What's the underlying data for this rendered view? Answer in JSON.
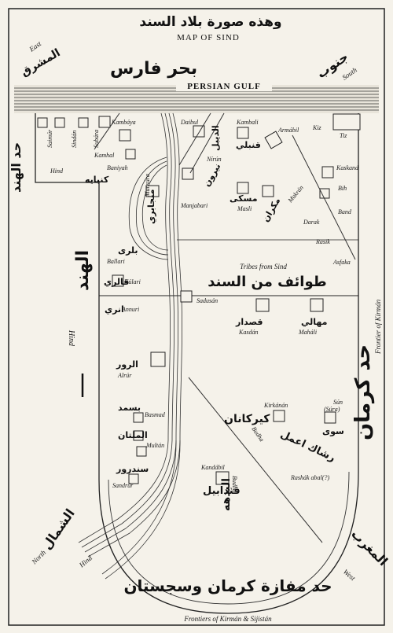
{
  "map": {
    "title_arabic": "وهذه صورة بلاد السند",
    "title": "MAP OF SIND",
    "persian_gulf": "PERSIAN GULF",
    "compass": {
      "east": "East",
      "south": "South",
      "north": "North",
      "west": "West"
    },
    "edge_labels": {
      "east_ar": "المشرق",
      "south_ar": "جنوب",
      "fars_ar": "بحر فارس",
      "hind_ar_top": "حد الهند",
      "hind_ar_mid": "الهند",
      "hind_left": "Hind",
      "hind_bottom": "Hind",
      "north_ar": "الشمال",
      "west_ar": "المغرب",
      "kirman_ar": "حد كرمان",
      "frontier_kirman": "Frontier of Kirmán",
      "frontiers_bottom": "Frontiers of Kirmán & Sijistán",
      "frontiers_bottom_ar": "حد مفازة كرمان وسجستان",
      "budha": "Budha",
      "budha_2": "Budha",
      "budha_ar": "البدهه",
      "tribes": "Tribes from Sind",
      "tribes_ar": "طوائف من السند"
    },
    "towns": {
      "saimur": "Saimúr",
      "sindan": "Sindán",
      "subara": "Subára",
      "kambaya": "Kambáya",
      "kamhal": "Kamhal",
      "baniyah": "Baniyah",
      "hind_small": "Hind",
      "daibul": "Daibul",
      "kambali": "Kambali",
      "armabil": "Armábil",
      "kiz": "Kiz",
      "tiz": "Tiz",
      "nirun": "Nírún",
      "kaskand": "Kaskand",
      "mansura": "Mansúra",
      "manjabari": "Manjabari",
      "masli": "Masli",
      "makran": "Makrán",
      "bih": "Bih",
      "band": "Band",
      "darak": "Darak",
      "rasik": "Rasik",
      "asfaka": "Asfaka",
      "ballari": "Ballari",
      "kulari": "Kúlari",
      "annuri": "Annuri",
      "sadusan": "Sadusán",
      "kasdan": "Kasdán",
      "mahali": "Maháli",
      "alrur": "Alrúr",
      "basmad": "Basmad",
      "multan": "Multán",
      "sandrur": "Sandrúr",
      "kirkanan": "Kirkánán",
      "sun": "Sún",
      "sura": "(Súra)",
      "kandabil": "Kandábil",
      "rashak": "Rashák abal(?)"
    },
    "arabic_towns": {
      "kamhal": "كنبايه",
      "daibul": "الديبل",
      "kambali": "قنبلي",
      "nirun": "نيرون",
      "manjabari": "منجابري",
      "masli": "مسكى",
      "makran": "مكران",
      "ballari": "بلرى",
      "kulari": "قالري",
      "annuri": "انري",
      "kasdan": "قصدار",
      "mahali": "مهالي",
      "alrur": "الرور",
      "basmad": "بسمد",
      "multan": "الملتان",
      "sandrur": "سندرور",
      "kirkanan": "كيركانان",
      "sun": "سوى",
      "kandabil": "قندابيل",
      "rashak": "رشاك اعمل"
    }
  }
}
